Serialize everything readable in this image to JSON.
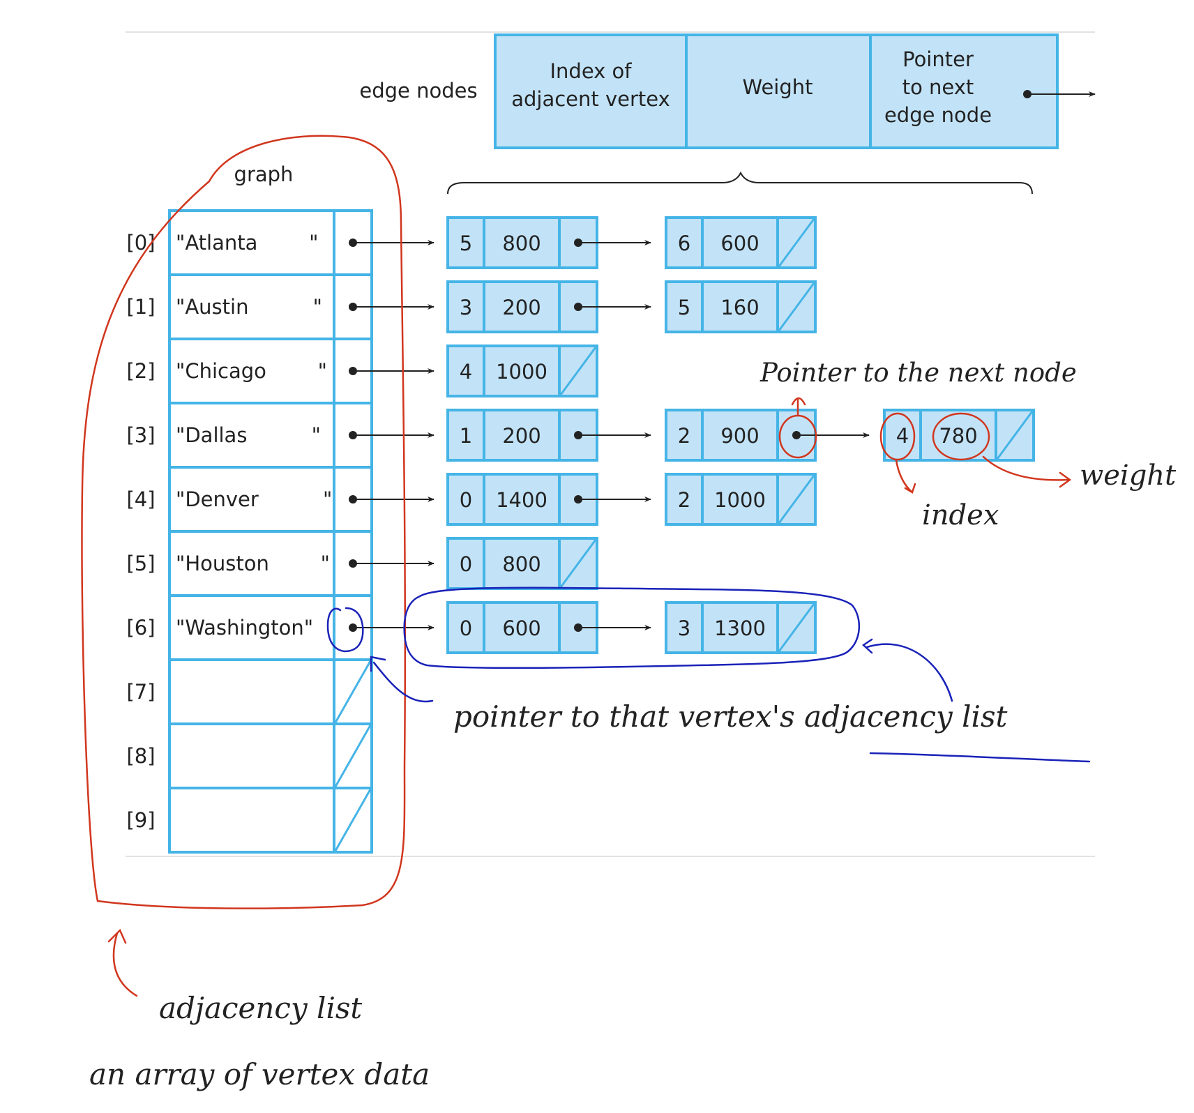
{
  "header": {
    "label": "edge nodes",
    "columns": [
      "Index of\nadjacent vertex",
      "Weight",
      "Pointer\nto next\nedge node"
    ]
  },
  "graph_label": "graph",
  "vertices": [
    {
      "index": "[0]",
      "name": "\"Atlanta        \"",
      "has_list": true
    },
    {
      "index": "[1]",
      "name": "\"Austin          \"",
      "has_list": true
    },
    {
      "index": "[2]",
      "name": "\"Chicago        \"",
      "has_list": true
    },
    {
      "index": "[3]",
      "name": "\"Dallas          \"",
      "has_list": true
    },
    {
      "index": "[4]",
      "name": "\"Denver          \"",
      "has_list": true
    },
    {
      "index": "[5]",
      "name": "\"Houston        \"",
      "has_list": true
    },
    {
      "index": "[6]",
      "name": "\"Washington\"",
      "has_list": true
    },
    {
      "index": "[7]",
      "name": "",
      "has_list": false
    },
    {
      "index": "[8]",
      "name": "",
      "has_list": false
    },
    {
      "index": "[9]",
      "name": "",
      "has_list": false
    }
  ],
  "edges": [
    [
      {
        "idx": "5",
        "w": "800"
      },
      {
        "idx": "6",
        "w": "600"
      }
    ],
    [
      {
        "idx": "3",
        "w": "200"
      },
      {
        "idx": "5",
        "w": "160"
      }
    ],
    [
      {
        "idx": "4",
        "w": "1000"
      }
    ],
    [
      {
        "idx": "1",
        "w": "200"
      },
      {
        "idx": "2",
        "w": "900"
      },
      {
        "idx": "4",
        "w": "780"
      }
    ],
    [
      {
        "idx": "0",
        "w": "1400"
      },
      {
        "idx": "2",
        "w": "1000"
      }
    ],
    [
      {
        "idx": "0",
        "w": "800"
      }
    ],
    [
      {
        "idx": "0",
        "w": "600"
      },
      {
        "idx": "3",
        "w": "1300"
      }
    ]
  ],
  "annotations": {
    "pointer_next": "Pointer to the next node",
    "weight": "weight",
    "index": "index",
    "pointer_list": "pointer to that vertex's adjacency list",
    "adj_list": "adjacency list",
    "array_desc": "an array of vertex data"
  },
  "colors": {
    "cell_fill": "#c2e3f7",
    "cell_stroke": "#45b4e6",
    "red_ink": "#d1361e",
    "blue_ink": "#1a22b8"
  }
}
